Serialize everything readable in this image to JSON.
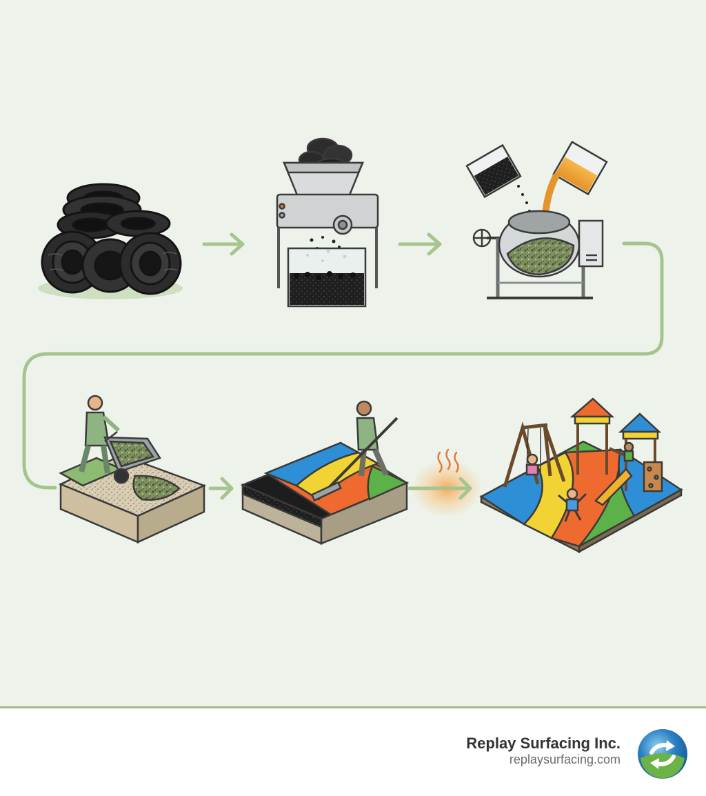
{
  "diagram": {
    "title": "",
    "steps": [
      {
        "id": "tires",
        "icon": "tire-pile-icon"
      },
      {
        "id": "shred",
        "icon": "shredder-icon"
      },
      {
        "id": "mix",
        "icon": "mixer-icon"
      },
      {
        "id": "base",
        "icon": "wheelbarrow-base-icon"
      },
      {
        "id": "top",
        "icon": "trowel-topcoat-icon"
      },
      {
        "id": "play",
        "icon": "playground-icon"
      }
    ],
    "colors": {
      "background": "#edf3ea",
      "arrow": "#a6c48f",
      "cure_glow": "#f2a14a",
      "accent_blue": "#2f8fd6",
      "accent_yellow": "#f2d334",
      "accent_orange": "#ee6a2f",
      "accent_green": "#5cb148"
    }
  },
  "footer": {
    "company": "Replay Surfacing Inc.",
    "website": "replaysurfacing.com",
    "logo_icon": "recycle-arrows-logo-icon"
  }
}
